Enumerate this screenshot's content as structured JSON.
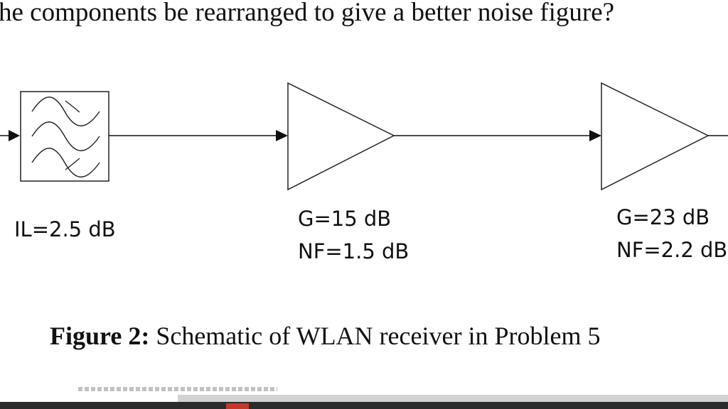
{
  "question_text": "he components be rearranged to give a better noise figure?",
  "blocks": {
    "filter": {
      "label": "IL=2.5 dB"
    },
    "amp1": {
      "gain": "G=15 dB",
      "nf": "NF=1.5 dB"
    },
    "amp2": {
      "gain": "G=23 dB",
      "nf": "NF=2.2 dB"
    }
  },
  "caption": {
    "prefix": "Figure 2:",
    "text": " Schematic of WLAN receiver in Problem 5"
  }
}
